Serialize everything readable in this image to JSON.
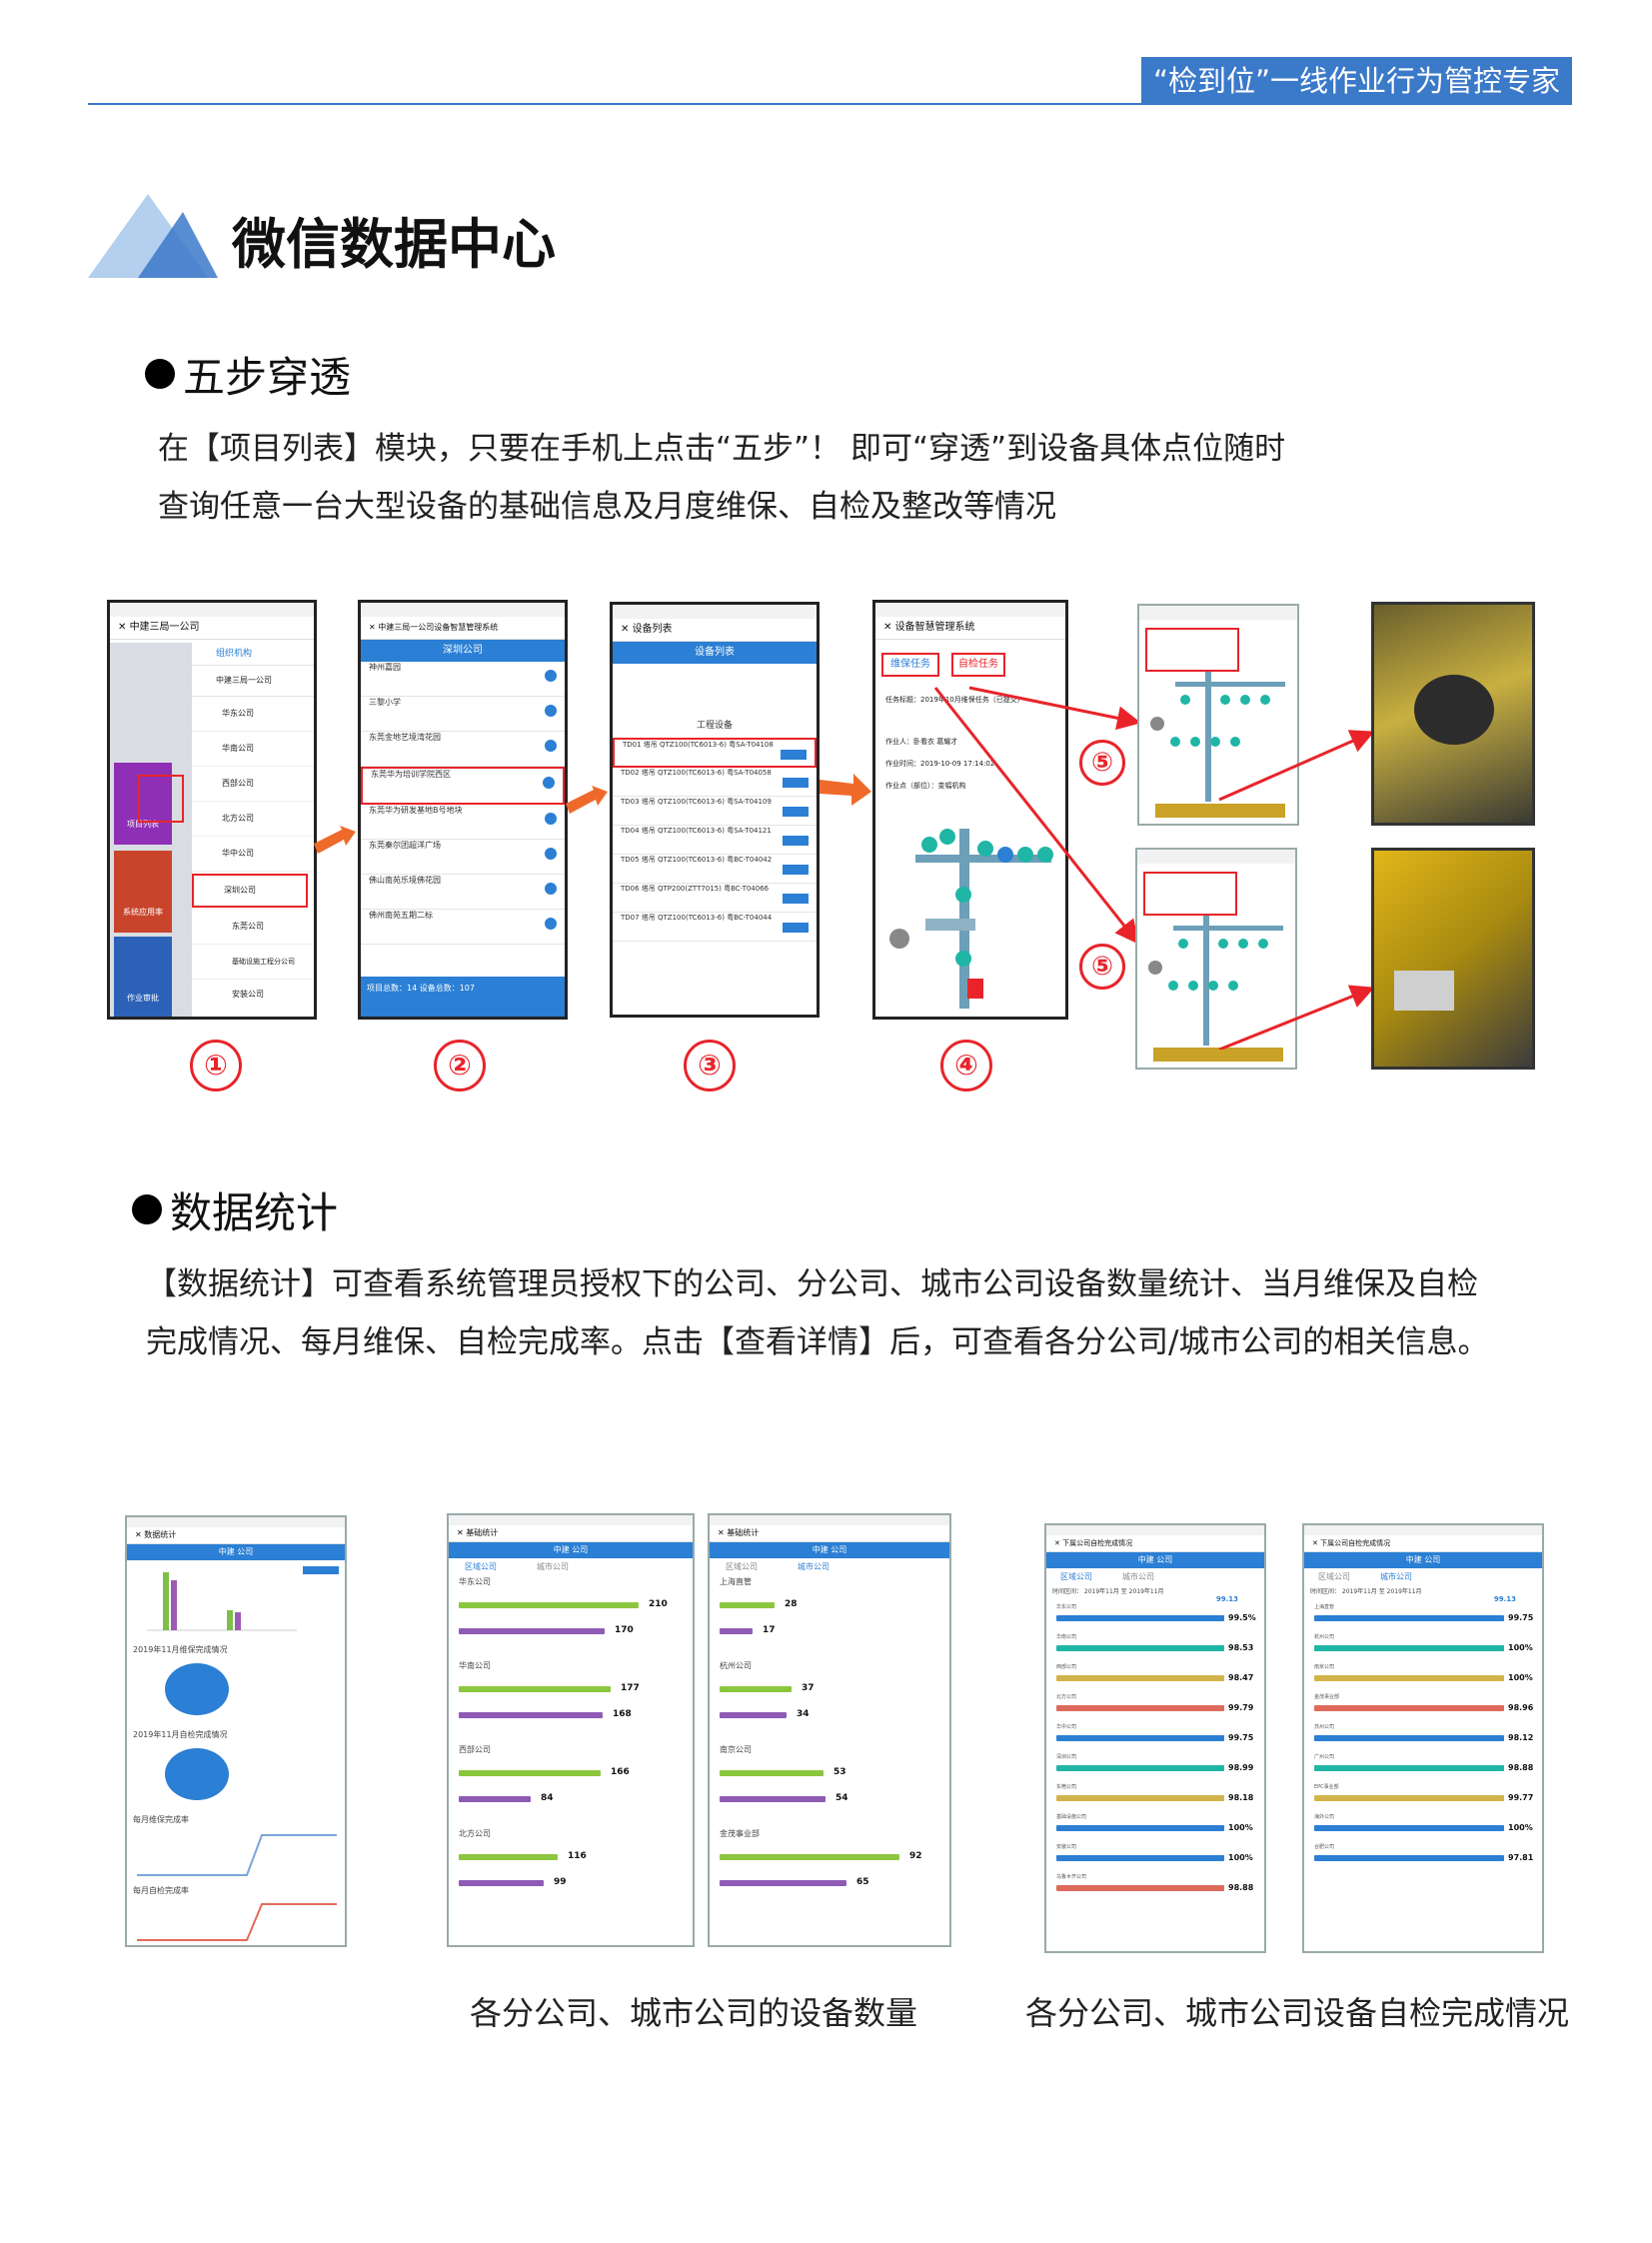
{
  "header": {
    "tagline": "“检到位”一线作业行为管控专家"
  },
  "section": {
    "title": "微信数据中心"
  },
  "five_step": {
    "heading": "五步穿透",
    "para_line1": "在【项目列表】模块，只要在手机上点击“五步”！ 即可“穿透”到设备具体点位随时",
    "para_line2": "查询任意一台大型设备的基础信息及月度维保、自检及整改等情况",
    "steps": [
      "①",
      "②",
      "③",
      "④",
      "⑤",
      "⑤"
    ],
    "screen1": {
      "title": "中建三局一公司",
      "menu": [
        "组织机构",
        "中建三局一公司",
        "华东公司",
        "华南公司",
        "西部公司",
        "北方公司",
        "华中公司",
        "深圳公司",
        "东莞公司",
        "基础设施工程分公司",
        "安装公司"
      ],
      "tiles": [
        "项目列表",
        "系统应用率",
        "作业审批"
      ]
    },
    "screen2": {
      "title": "中建三局一公司设备智慧管理系统",
      "bar": "深圳公司",
      "items": [
        "神州嘉园",
        "三黎小学",
        "东莞金地艺境湾花园",
        "东莞华为培训学院西区",
        "东莞华为研发基地B号地块",
        "东莞秦尔团超洋广场",
        "佛山南苑乐境佛花园",
        "佛州南苑五期二标"
      ],
      "footer": "项目总数：14   设备总数：107"
    },
    "screen3": {
      "title": "设备列表",
      "bar": "设备列表",
      "section": "工程设备",
      "items": [
        "TD01 塔吊 QTZ100(TC6013-6) 粤SA-T04108",
        "TD02 塔吊 QTZ100(TC6013-6) 粤SA-T04058",
        "TD03 塔吊 QTZ100(TC6013-6) 粤SA-T04109",
        "TD04 塔吊 QTZ100(TC6013-6) 粤SA-T04121",
        "TD05 塔吊 QTZ100(TC6013-6) 粤BC-T04042",
        "TD06 塔吊 QTP200(ZTT7015) 粤BC-T04066",
        "TD07 塔吊 QTZ100(TC6013-6) 粤BC-T04044"
      ]
    },
    "screen4": {
      "title": "设备智慧管理系统",
      "tabs": [
        "维保任务",
        "自检任务"
      ],
      "task": "任务标题：2019年10月维保任务（已提交）",
      "op": "作业人：卧看衣 葛耀才",
      "time": "作业时间：2019-10-09 17:14:02",
      "loc": "作业点（部位）：变幅机构"
    }
  },
  "stats": {
    "heading": "数据统计",
    "para_line1": "【数据统计】可查看系统管理员授权下的公司、分公司、城市公司设备数量统计、当月维保及自检",
    "para_line2": "完成情况、每月维保、自检完成率。点击【查看详情】后，可查看各分公司/城市公司的相关信息。",
    "caption_left": "各分公司、城市公司的设备数量",
    "caption_right": "各分公司、城市公司设备自检完成情况",
    "s1": {
      "title": "数据统计",
      "bar": "中建      公司",
      "chart1": "2019年11月维保完成情况",
      "chart2": "2019年11月自检完成情况",
      "chart3": "每月维保完成率",
      "chart4": "每月自检完成率"
    },
    "s2": {
      "title": "基础统计",
      "bar": "中建      公司",
      "tabs": [
        "区域公司",
        "城市公司"
      ],
      "groups": [
        {
          "name": "华东公司",
          "a": 210,
          "b": 170
        },
        {
          "name": "华南公司",
          "a": 177,
          "b": 168
        },
        {
          "name": "西部公司",
          "a": 166,
          "b": 84
        },
        {
          "name": "北方公司",
          "a": 116,
          "b": 99
        }
      ]
    },
    "s3": {
      "title": "基础统计",
      "bar": "中建      公司",
      "tabs": [
        "区域公司",
        "城市公司"
      ],
      "groups": [
        {
          "name": "上海直管",
          "a": 28,
          "b": 17
        },
        {
          "name": "杭州公司",
          "a": 37,
          "b": 34
        },
        {
          "name": "南京公司",
          "a": 53,
          "b": 54
        },
        {
          "name": "金茂事业部",
          "a": 92,
          "b": 65
        }
      ]
    },
    "s4": {
      "title": "下属公司自检完成情况",
      "bar": "中建      公司",
      "tabs": [
        "区域公司",
        "城市公司"
      ],
      "range": "时间区间：  2019年11月  至  2019年11月",
      "top": "99.13",
      "rows": [
        {
          "name": "华东公司",
          "v": "99.5%"
        },
        {
          "name": "华南公司",
          "v": "98.53"
        },
        {
          "name": "西部公司",
          "v": "98.47"
        },
        {
          "name": "北方公司",
          "v": "99.79"
        },
        {
          "name": "华中公司",
          "v": "99.75"
        },
        {
          "name": "深圳公司",
          "v": "98.99"
        },
        {
          "name": "东莞公司",
          "v": "98.18"
        },
        {
          "name": "基础设施公司",
          "v": "100%"
        },
        {
          "name": "安装公司",
          "v": "100%"
        },
        {
          "name": "乌鲁木齐公司",
          "v": "98.88"
        }
      ]
    },
    "s5": {
      "title": "下属公司自检完成情况",
      "bar": "中建      公司",
      "tabs": [
        "区域公司",
        "城市公司"
      ],
      "range": "时间区间：  2019年11月  至  2019年11月",
      "top": "99.13",
      "rows": [
        {
          "name": "上海直管",
          "v": "99.75"
        },
        {
          "name": "杭州公司",
          "v": "100%"
        },
        {
          "name": "南京公司",
          "v": "100%"
        },
        {
          "name": "金茂事业部",
          "v": "98.96"
        },
        {
          "name": "苏州公司",
          "v": "98.12"
        },
        {
          "name": "广州公司",
          "v": "98.88"
        },
        {
          "name": "EPC事业部",
          "v": "99.77"
        },
        {
          "name": "海外公司",
          "v": "100%"
        },
        {
          "name": "合肥公司",
          "v": "97.81"
        }
      ]
    }
  }
}
